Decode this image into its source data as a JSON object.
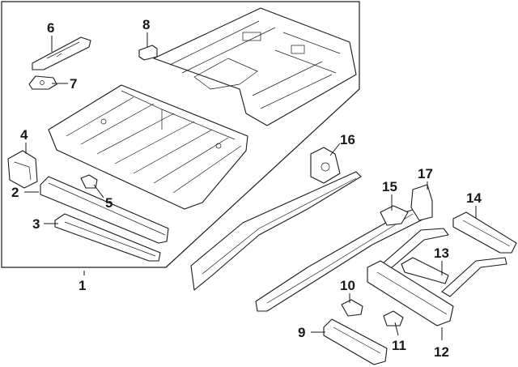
{
  "diagram": {
    "callouts": [
      {
        "id": "c1",
        "label": "1"
      },
      {
        "id": "c2",
        "label": "2"
      },
      {
        "id": "c3",
        "label": "3"
      },
      {
        "id": "c4",
        "label": "4"
      },
      {
        "id": "c5",
        "label": "5"
      },
      {
        "id": "c6",
        "label": "6"
      },
      {
        "id": "c7",
        "label": "7"
      },
      {
        "id": "c8",
        "label": "8"
      },
      {
        "id": "c9",
        "label": "9"
      },
      {
        "id": "c10",
        "label": "10"
      },
      {
        "id": "c11",
        "label": "11"
      },
      {
        "id": "c12",
        "label": "12"
      },
      {
        "id": "c13",
        "label": "13"
      },
      {
        "id": "c14",
        "label": "14"
      },
      {
        "id": "c15",
        "label": "15"
      },
      {
        "id": "c16",
        "label": "16"
      },
      {
        "id": "c17",
        "label": "17"
      }
    ],
    "line_color": "#1a1a1a",
    "background_color": "#ffffff"
  }
}
